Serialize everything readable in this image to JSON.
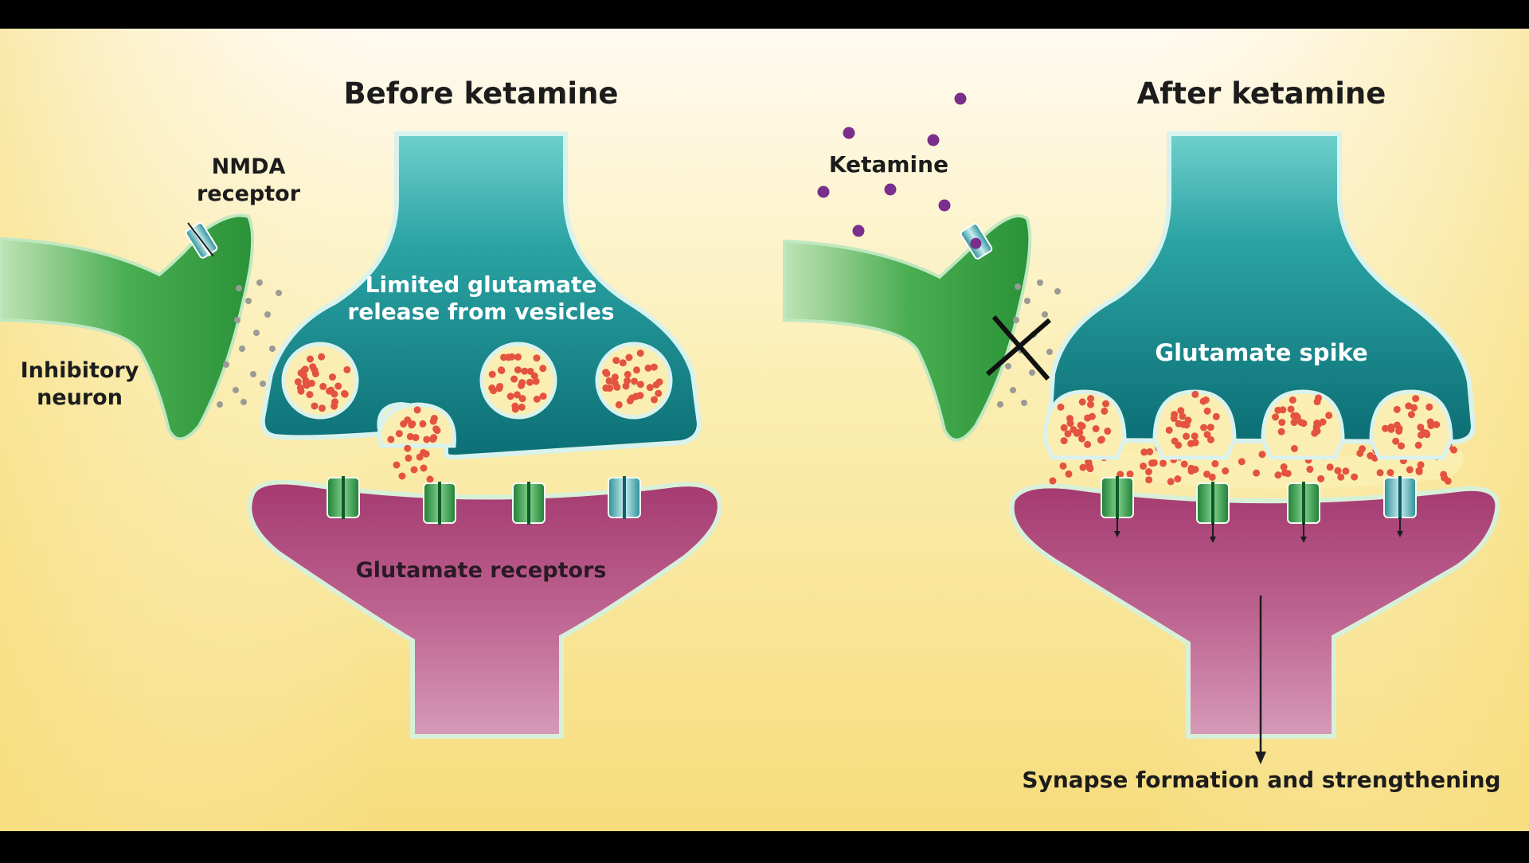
{
  "before": {
    "title": "Before ketamine",
    "nmda_label_line1": "NMDA",
    "nmda_label_line2": "receptor",
    "inhibitory_label_line1": "Inhibitory",
    "inhibitory_label_line2": "neuron",
    "release_label_line1": "Limited glutamate",
    "release_label_line2": "release from vesicles",
    "receptors_label": "Glutamate receptors"
  },
  "after": {
    "title": "After ketamine",
    "ketamine_label": "Ketamine",
    "spike_label": "Glutamate spike",
    "synapse_label": "Synapse formation and strengthening"
  },
  "colors": {
    "background_top": "#fdf8e6",
    "background_bottom": "#f7de80",
    "presynaptic_top": "#6fd0cc",
    "presynaptic_bottom": "#0f7a7e",
    "inhibitory_neuron": "#2f9a3e",
    "postsynaptic_top": "#a83f74",
    "postsynaptic_bottom": "#d593b3",
    "glutamate_dot": "#e3533f",
    "ketamine_dot": "#7a2f8c"
  }
}
